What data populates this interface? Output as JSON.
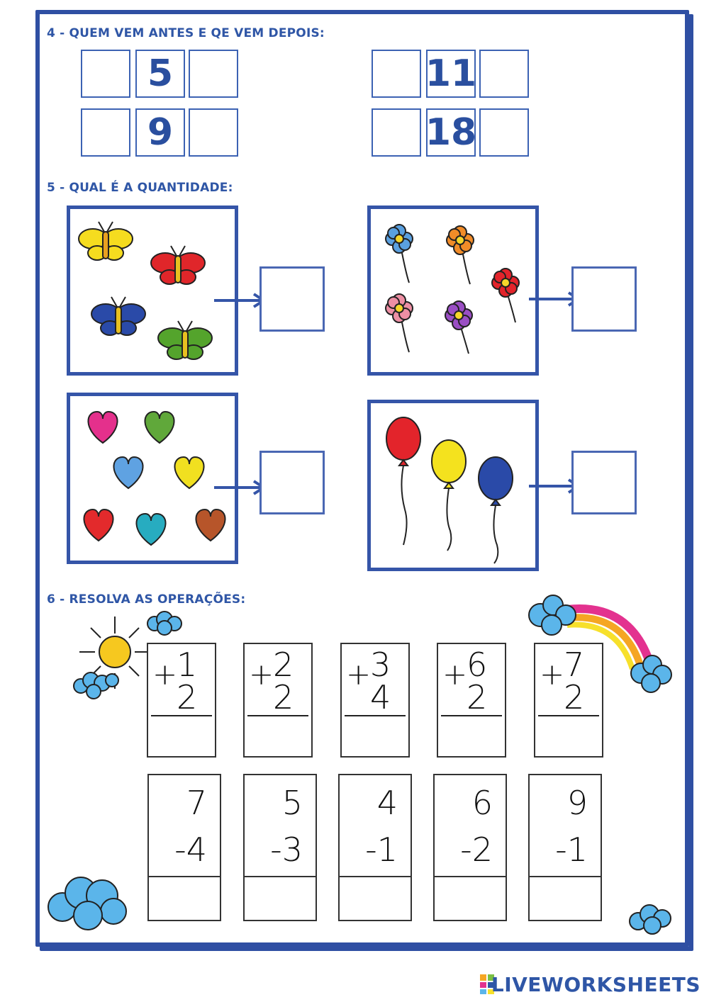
{
  "section4": {
    "title": "4 - QUEM VEM ANTES E QE VEM DEPOIS:",
    "numbers": [
      "5",
      "9",
      "11",
      "18"
    ]
  },
  "section5": {
    "title": "5 - QUAL É A QUANTIDADE:"
  },
  "section6": {
    "title": "6 - RESOLVA AS OPERAÇÕES:",
    "additions": [
      {
        "sign": "+",
        "top": "1",
        "bottom": "2"
      },
      {
        "sign": "+",
        "top": "2",
        "bottom": "2"
      },
      {
        "sign": "+",
        "top": "3",
        "bottom": "4"
      },
      {
        "sign": "+",
        "top": "6",
        "bottom": "2"
      },
      {
        "sign": "+",
        "top": "7",
        "bottom": "2"
      }
    ],
    "subtractions": [
      {
        "top": "7",
        "bottom": "-4"
      },
      {
        "top": "5",
        "bottom": "-3"
      },
      {
        "top": "4",
        "bottom": "-1"
      },
      {
        "top": "6",
        "bottom": "-2"
      },
      {
        "top": "9",
        "bottom": "-1"
      }
    ]
  },
  "footer": {
    "brand": "LIVEWORKSHEETS"
  },
  "colors": {
    "accent": "#2f56a6"
  }
}
